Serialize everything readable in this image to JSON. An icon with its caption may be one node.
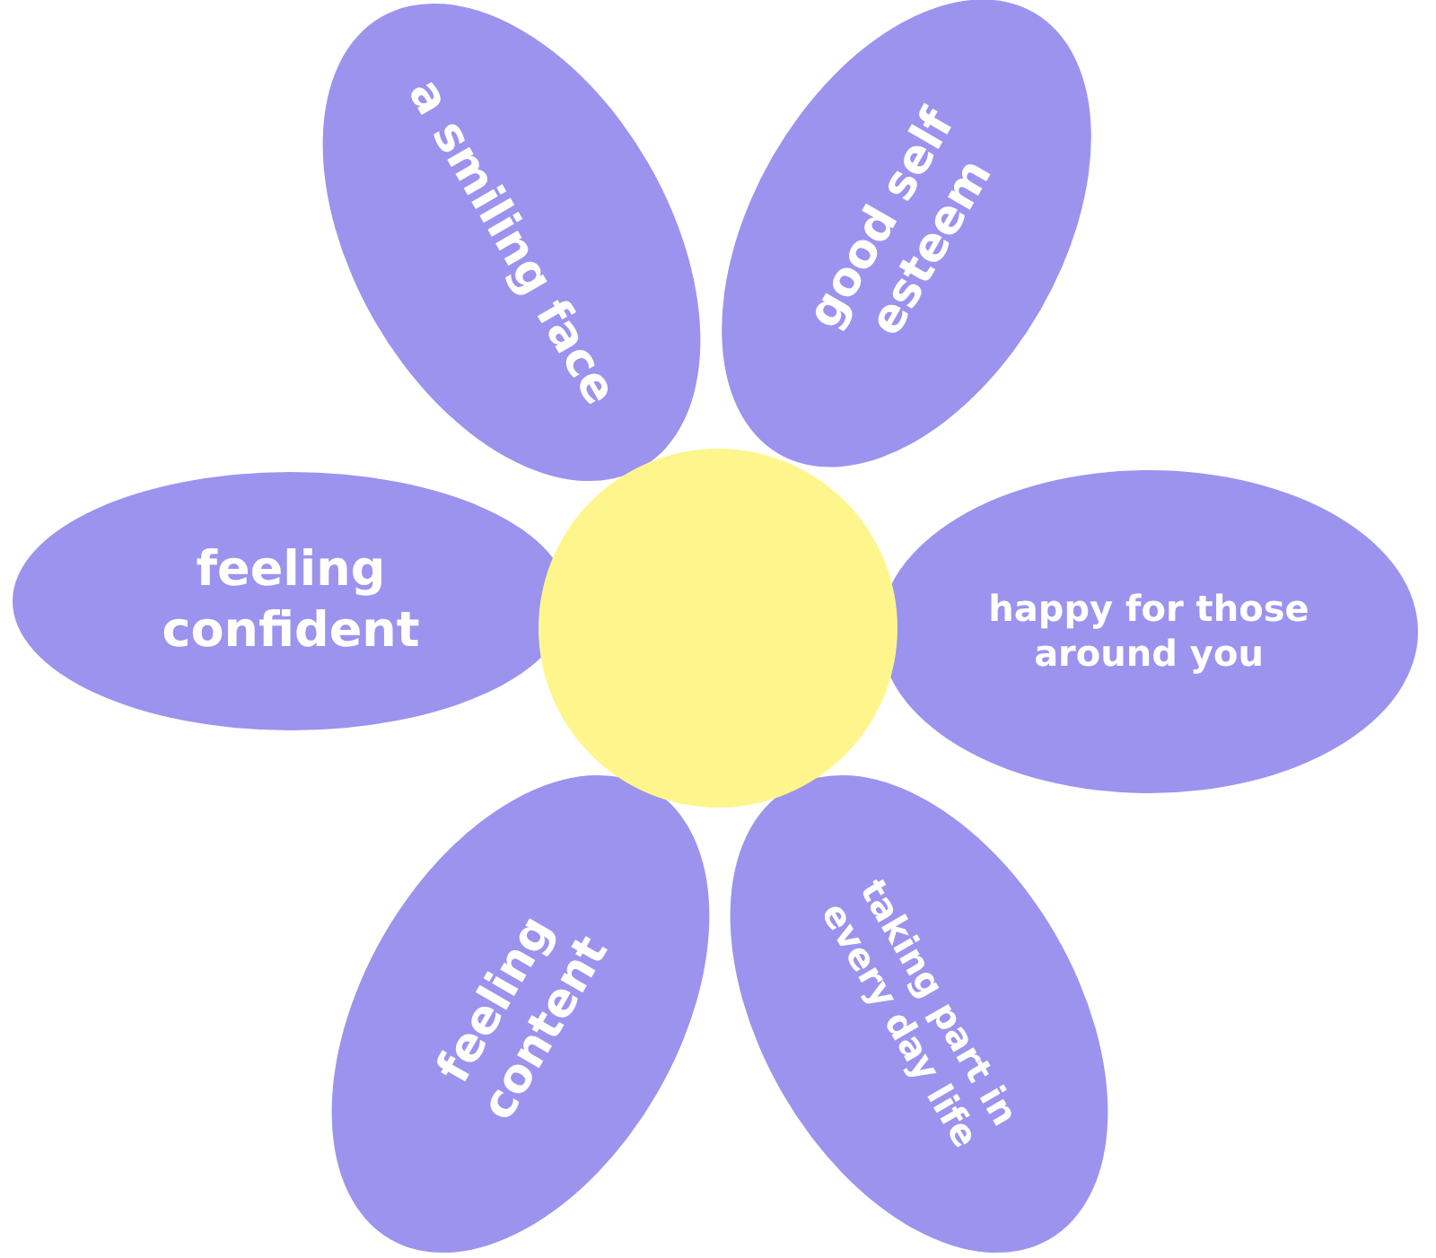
{
  "diagram": {
    "nodes": [
      {
        "text": [
          "a smiling face"
        ]
      },
      {
        "text": [
          "good self esteem"
        ]
      },
      {
        "text": [
          "feeling confident"
        ]
      },
      {
        "text": [
          "happy for those around you"
        ]
      },
      {
        "text": [
          "feeling content"
        ]
      },
      {
        "text": [
          "taking part in every day life"
        ]
      },
      {
        "text": [],
        "shape": "circle"
      }
    ]
  }
}
